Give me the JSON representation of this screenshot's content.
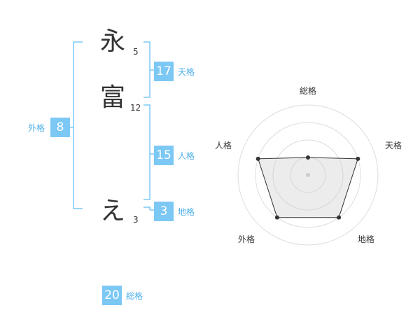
{
  "characters": [
    {
      "char": "永",
      "strokes": "5"
    },
    {
      "char": "富",
      "strokes": "12"
    },
    {
      "char": "え",
      "strokes": "3"
    }
  ],
  "badges": {
    "tenkaku": {
      "value": "17",
      "label": "天格"
    },
    "jinkaku": {
      "value": "15",
      "label": "人格"
    },
    "chikaku": {
      "value": "3",
      "label": "地格"
    },
    "gaikaku": {
      "value": "8",
      "label": "外格"
    },
    "soukaku": {
      "value": "20",
      "label": "総格"
    }
  },
  "colors": {
    "accent": "#7cc8f5",
    "bracket": "#7cc8f5",
    "label": "#4fb0ea"
  },
  "chart_data": {
    "type": "radar",
    "axes": [
      "総格",
      "天格",
      "地格",
      "外格",
      "人格"
    ],
    "values": [
      1,
      3,
      3,
      3,
      3
    ],
    "rmax": 4,
    "rings": 4
  }
}
